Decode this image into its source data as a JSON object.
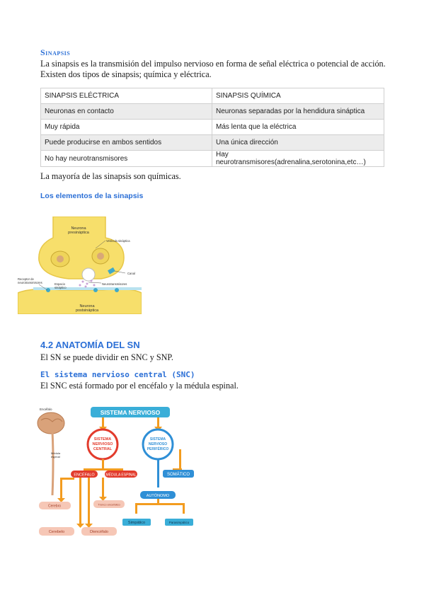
{
  "sinapsis": {
    "title": "Sinapsis",
    "line1": "La sinapsis es la transmisión del impulso nervioso en forma de señal eléctrica o potencial de acción.",
    "line2": "Existen dos tipos de sinapsis; química y eléctrica."
  },
  "table": {
    "rows": [
      [
        "SINAPSIS ELÉCTRICA",
        "SINAPSIS QUÍMICA"
      ],
      [
        "Neuronas en contacto",
        "Neuronas separadas por la hendidura sináptica"
      ],
      [
        "Muy rápida",
        "Más lenta que la eléctrica"
      ],
      [
        "Puede producirse en ambos sentidos",
        "Una única dirección"
      ],
      [
        "No hay neurotransmisores",
        "Hay neurotransmisores(adrenalina,serotonina,etc…)"
      ]
    ]
  },
  "after_table": "La mayoría de las sinapsis son químicas.",
  "elements_title": "Los elementos de la sinapsis",
  "synapse_figure": {
    "pre": [
      "Neurona",
      "presináptica"
    ],
    "vesicle": "Vesícula sináptica",
    "canal": "Canal",
    "receptor": [
      "Receptor de",
      "neurotransmisores"
    ],
    "space": [
      "Espacio",
      "sináptico"
    ],
    "neurotransmitters": "Neurotransmisores",
    "post": [
      "Neurona",
      "postsináptica"
    ]
  },
  "anatomy": {
    "heading": "4.2 ANATOMÍA DEL SN",
    "line": "El SN se puede dividir en SNC y SNP.",
    "snc_title": "El sistema nervioso central (SNC)",
    "snc_line": "El SNC está formado por el encéfalo y la médula espinal."
  },
  "ns_diagram": {
    "encefalo_label": "Encéfalo",
    "medula_label": [
      "Médula",
      "espinal"
    ],
    "top": "SISTEMA NERVIOSO",
    "central": [
      "SISTEMA",
      "NERVIOSO",
      "CENTRAL"
    ],
    "periferico": [
      "SISTEMA",
      "NERVIOSO",
      "PERIFÉRICO"
    ],
    "encefalo": "ENCÉFALO",
    "medula": "MÉDULA ESPINAL",
    "somatico": "SOMÁTICO",
    "autonomo": "AUTÓNOMO",
    "cerebro": "Cerebro",
    "tronco": "Tronco encefálico",
    "cerebelo": "Cerebelo",
    "diencefalo": "Diencéfalo",
    "simpatico": "Simpático",
    "parasimpatico": "Parasimpático",
    "colors": {
      "orange": "#f39c1f",
      "red": "#e23b2c",
      "blue": "#2f8fd6",
      "teal": "#3aaed8"
    }
  }
}
